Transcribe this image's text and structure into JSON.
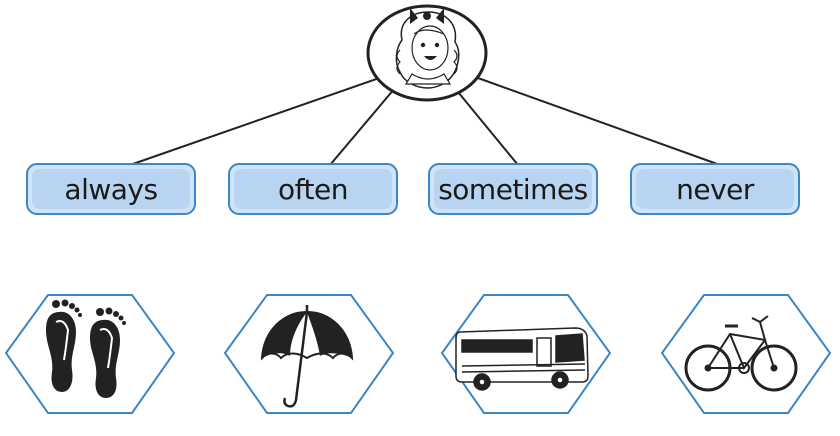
{
  "words": [
    "always",
    "often",
    "sometimes",
    "never"
  ],
  "portrait": "girl-portrait",
  "pictures": [
    {
      "name": "footprints-icon"
    },
    {
      "name": "umbrella-icon"
    },
    {
      "name": "bus-icon"
    },
    {
      "name": "bicycle-icon"
    }
  ],
  "colors": {
    "box_border": "#3b86c6",
    "box_fill": "#cfe2f6",
    "hex_border": "#3b86c6",
    "line": "#222222"
  }
}
